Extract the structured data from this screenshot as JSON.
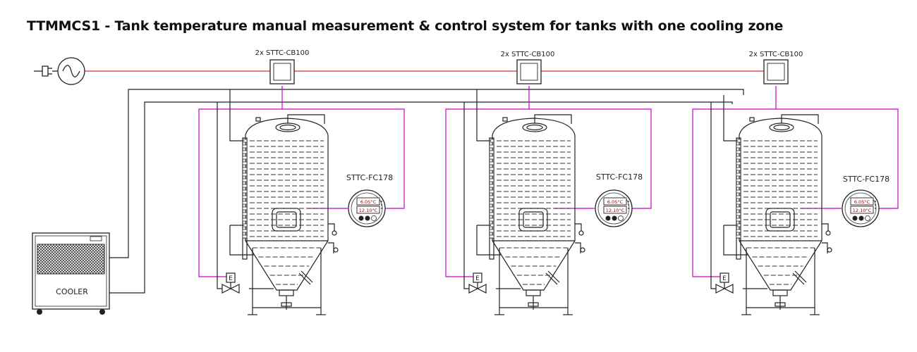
{
  "title": "TTMMCS1 - Tank temperature manual measurement & control system for tanks with one cooling zone",
  "cooler": {
    "label": "COOLER"
  },
  "tanks": [
    {
      "cb_label": "2x STTC-CB100",
      "fc_label": "STTC-FC178",
      "display_top": "6.0S°C",
      "display_bottom": "12.10°C"
    },
    {
      "cb_label": "2x STTC-CB100",
      "fc_label": "STTC-FC178",
      "display_top": "6.0S°C",
      "display_bottom": "12.10°C"
    },
    {
      "cb_label": "2x STTC-CB100",
      "fc_label": "STTC-FC178",
      "display_top": "6.0S°C",
      "display_bottom": "12.10°C"
    }
  ],
  "valve_label": "E",
  "colors": {
    "power_line": "#cc0000",
    "signal_line": "#cc00cc",
    "pipe": "#222222"
  }
}
